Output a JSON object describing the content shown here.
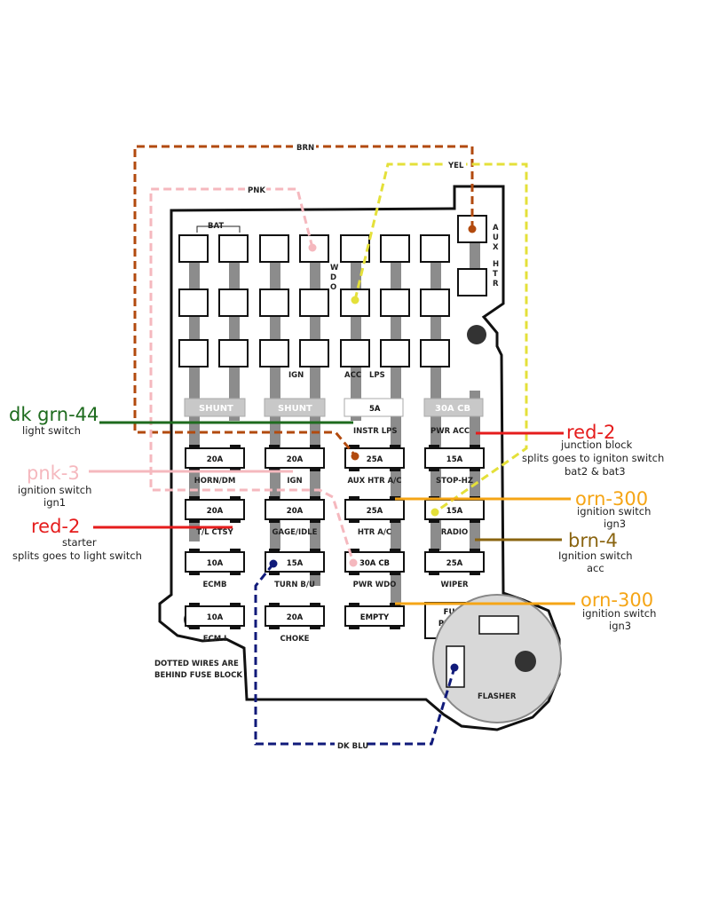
{
  "wires": {
    "brn": "BRN",
    "pnk": "PNK",
    "yel": "YEL",
    "dk_blu": "DK BLU"
  },
  "labels": {
    "bat": "BAT",
    "wdo": [
      "W",
      "D",
      "O"
    ],
    "aux_htr": [
      "A",
      "U",
      "X",
      "",
      "H",
      "T",
      "R"
    ],
    "ign": "IGN",
    "acc": "ACC",
    "lps": "LPS",
    "dotted_note": [
      "DOTTED WIRES ARE",
      "BEHIND FUSE BLOCK"
    ],
    "flasher": "FLASHER"
  },
  "shunts": [
    {
      "text": "SHUNT"
    },
    {
      "text": "SHUNT"
    },
    {
      "text": "5A"
    },
    {
      "text": "30A CB"
    }
  ],
  "shunt_sublabels": {
    "instr_lps": "INSTR LPS",
    "pwr_acc": "PWR ACC"
  },
  "fuses": [
    {
      "rating": "20A",
      "name": "HORN/DM"
    },
    {
      "rating": "20A",
      "name": "IGN"
    },
    {
      "rating": "25A",
      "name": "AUX HTR A/C"
    },
    {
      "rating": "15A",
      "name": "STOP-HZ"
    },
    {
      "rating": "20A",
      "name": "T/L CTSY"
    },
    {
      "rating": "20A",
      "name": "GAGE/IDLE"
    },
    {
      "rating": "25A",
      "name": "HTR A/C"
    },
    {
      "rating": "15A",
      "name": "RADIO"
    },
    {
      "rating": "10A",
      "name": "ECMB"
    },
    {
      "rating": "15A",
      "name": "TURN B/U"
    },
    {
      "rating": "30A CB",
      "name": "PWR WDO"
    },
    {
      "rating": "25A",
      "name": "WIPER"
    },
    {
      "rating": "10A",
      "name": "ECM I"
    },
    {
      "rating": "20A",
      "name": "CHOKE"
    },
    {
      "rating": "EMPTY",
      "name": ""
    },
    {
      "rating": "FUSE PULLER",
      "name": ""
    }
  ],
  "callouts": {
    "dk_grn": {
      "title": "dk grn-44",
      "sub": "light switch",
      "color": "#1e6b1e"
    },
    "pnk3": {
      "title": "pnk-3",
      "sub": [
        "ignition switch",
        "ign1"
      ],
      "color": "#f5b8be"
    },
    "red2_left": {
      "title": "red-2",
      "sub": [
        "starter",
        "splits goes to light switch"
      ],
      "color": "#e51c1c"
    },
    "red2_right": {
      "title": "red-2",
      "sub": [
        "junction block",
        "splits goes to igniton switch",
        "bat2 & bat3"
      ],
      "color": "#e51c1c"
    },
    "orn300_a": {
      "title": "orn-300",
      "sub": [
        "ignition switch",
        "ign3"
      ],
      "color": "#f5a516"
    },
    "brn4": {
      "title": "brn-4",
      "sub": [
        "Ignition switch",
        "acc"
      ],
      "color": "#8a6410"
    },
    "orn300_b": {
      "title": "orn-300",
      "sub": [
        "ignition switch",
        "ign3"
      ],
      "color": "#f5a516"
    }
  }
}
